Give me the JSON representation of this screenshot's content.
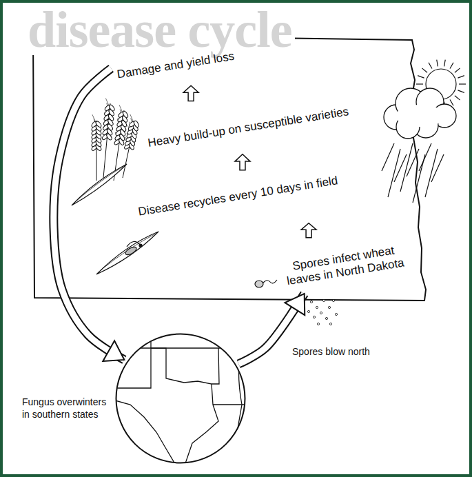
{
  "diagram": {
    "title": "disease cycle",
    "nodes": [
      {
        "text": [
          "Spores infect wheat leaves in North Dakota"
        ]
      },
      {
        "text": [
          "Disease recycles every 10 days in field"
        ]
      },
      {
        "text": [
          "Heavy build-up on susceptible varieties"
        ]
      },
      {
        "text": [
          "Damage and yield loss"
        ]
      },
      {
        "text": [
          "Fungus overwinters in southern states"
        ]
      }
    ],
    "edges": [
      {
        "from": 0,
        "to": 1,
        "arrow": "to"
      },
      {
        "from": 1,
        "to": 2,
        "arrow": "to"
      },
      {
        "from": 2,
        "to": 3,
        "arrow": "to"
      },
      {
        "from": 3,
        "to": 4,
        "arrow": "to"
      },
      {
        "from": 4,
        "to": 0,
        "label": "Spores blow north",
        "arrow": "to"
      }
    ]
  }
}
